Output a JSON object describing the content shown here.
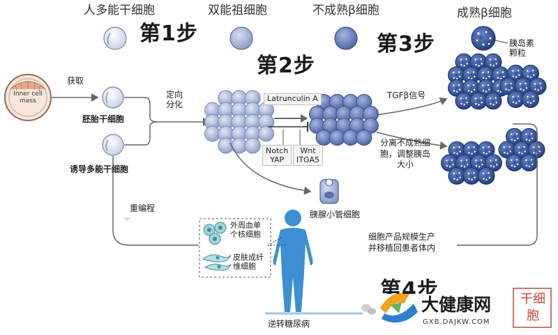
{
  "headers": {
    "human_pluripotent": "人多能干细胞",
    "multipotent_progenitor": "双能祖细胞",
    "immature_beta": "不成熟β细胞",
    "mature_beta": "成熟β细胞"
  },
  "steps": {
    "step1": "第1步",
    "step2": "第2步",
    "step3": "第3步",
    "step4": "第4步"
  },
  "labels": {
    "inner_cell_mass_line1": "Inner cell",
    "inner_cell_mass_line2": "mass",
    "obtain": "获取",
    "embryonic_stem_cell": "胚胎干细胞",
    "induced_pluripotent": "诱导多能干细胞",
    "directed_line1": "定向",
    "directed_line2": "分化",
    "latrunculin": "Latrunculin A",
    "notch_line1": "Notch",
    "notch_line2": "YAP",
    "wnt_line1": "Wnt",
    "wnt_line2": "ITGA5",
    "tgfb_signal": "TGFβ信号",
    "insulin_line1": "胰岛素",
    "insulin_line2": "颗粒",
    "separate_line1": "分离不成熟细",
    "separate_line2": "胞，调整胰岛",
    "separate_line3": "大小",
    "ductal_cell": "胰腺小管细胞",
    "reprogram": "重编程",
    "pbmc_line1": "外周血单",
    "pbmc_line2": "个核细胞",
    "fibroblast_line1": "皮肤成纤",
    "fibroblast_line2": "维细胞",
    "scale_line1": "细胞产品规模生产",
    "scale_line2": "并移植回患者体内",
    "reverse_diabetes": "逆转糖尿病"
  },
  "watermark": {
    "brand": "大健康网",
    "url": "GXB.DAJKW.COM",
    "seal": "干细胞"
  },
  "colors": {
    "pale_cell": "#e8ecf6",
    "progenitor_cell": "#a9b7d9",
    "immature_cell": "#6d82b8",
    "mature_cell": "#2f4f96",
    "arrow": "#666666",
    "body": "#3d8fd4"
  }
}
